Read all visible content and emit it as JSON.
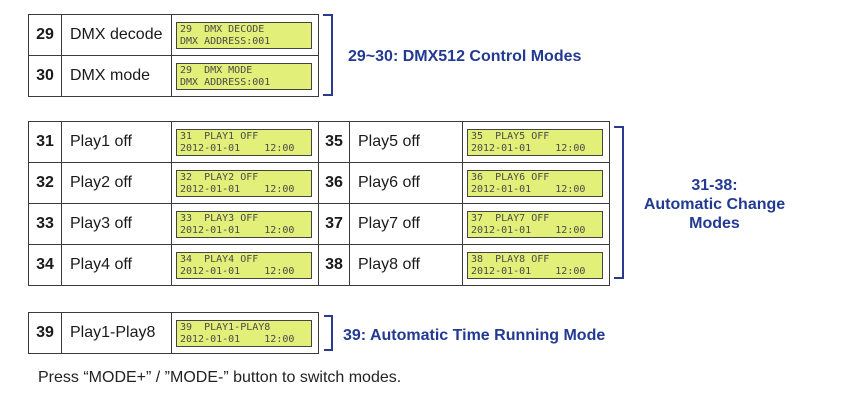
{
  "control_modes": {
    "rows": [
      {
        "num": "29",
        "name": "DMX decode",
        "lcd1": "29  DMX DECODE",
        "lcd2": "DMX ADDRESS:001"
      },
      {
        "num": "30",
        "name": "DMX mode",
        "lcd1": "29  DMX MODE",
        "lcd2": "DMX ADDRESS:001"
      }
    ],
    "label": "29~30: DMX512 Control Modes"
  },
  "auto_change": {
    "left": [
      {
        "num": "31",
        "name": "Play1 off",
        "lcd1": "31  PLAY1 OFF",
        "lcd2": "2012-01-01    12:00"
      },
      {
        "num": "32",
        "name": "Play2 off",
        "lcd1": "32  PLAY2 OFF",
        "lcd2": "2012-01-01    12:00"
      },
      {
        "num": "33",
        "name": "Play3 off",
        "lcd1": "33  PLAY3 OFF",
        "lcd2": "2012-01-01    12:00"
      },
      {
        "num": "34",
        "name": "Play4 off",
        "lcd1": "34  PLAY4 OFF",
        "lcd2": "2012-01-01    12:00"
      }
    ],
    "right": [
      {
        "num": "35",
        "name": "Play5 off",
        "lcd1": "35  PLAY5 OFF",
        "lcd2": "2012-01-01    12:00"
      },
      {
        "num": "36",
        "name": "Play6 off",
        "lcd1": "36  PLAY6 OFF",
        "lcd2": "2012-01-01    12:00"
      },
      {
        "num": "37",
        "name": "Play7 off",
        "lcd1": "37  PLAY7 OFF",
        "lcd2": "2012-01-01    12:00"
      },
      {
        "num": "38",
        "name": "Play8 off",
        "lcd1": "38  PLAY8 OFF",
        "lcd2": "2012-01-01    12:00"
      }
    ],
    "label_line1": "31-38:",
    "label_line2": "Automatic Change",
    "label_line3": "Modes"
  },
  "time_running": {
    "row": {
      "num": "39",
      "name": "Play1-Play8",
      "lcd1": "39  PLAY1-PLAY8",
      "lcd2": "2012-01-01    12:00"
    },
    "label": "39: Automatic Time Running Mode"
  },
  "footer": "Press “MODE+” / ”MODE-” button to switch modes.",
  "colors": {
    "accent": "#233a92",
    "lcd": "#e2ef79"
  }
}
